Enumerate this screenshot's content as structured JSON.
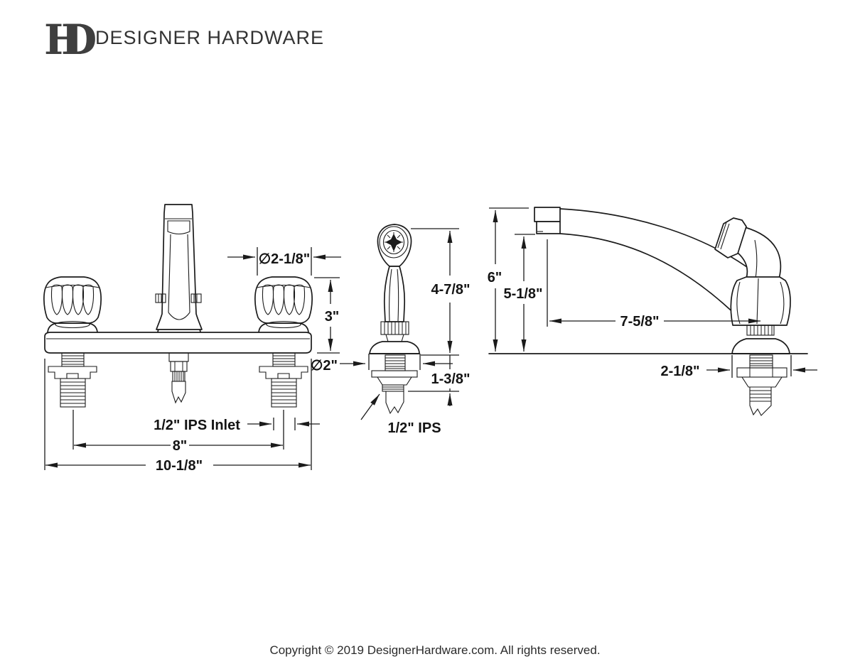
{
  "header": {
    "monogram_h": "H",
    "monogram_d": "D",
    "brand": "DESIGNER HARDWARE"
  },
  "front_view": {
    "handle_diameter": "∅2-1/8\"",
    "handle_height": "3\"",
    "sprayer_base_diameter": "∅2\"",
    "inlet_label": "1/2\" IPS Inlet",
    "faucet_centers": "8\"",
    "overall_width": "10-1/8\""
  },
  "sprayer_view": {
    "height": "4-7/8\"",
    "shank_length": "1-3/8\"",
    "thread_label": "1/2\" IPS"
  },
  "side_view": {
    "deck_to_top": "6\"",
    "deck_to_outlet": "5-1/8\"",
    "spout_reach": "7-5/8\"",
    "base_width": "2-1/8\""
  },
  "footer": {
    "copyright": "Copyright © 2019 DesignerHardware.com. All rights reserved."
  },
  "colors": {
    "line": "#1b1b1b",
    "background": "#ffffff"
  }
}
